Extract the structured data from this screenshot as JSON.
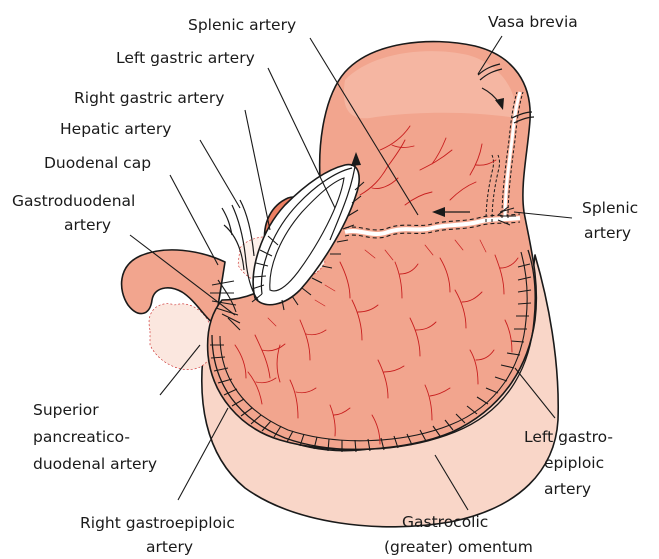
{
  "colors": {
    "stomach": "#f2a58e",
    "stomach_light": "#f7c4b2",
    "omentum": "#f9d6c8",
    "duodenal_cap": "#ed7f62",
    "vessel": "#c81f1f",
    "outline": "#1a1a1a"
  },
  "labels": {
    "splenic_artery_top": "Splenic artery",
    "vasa_brevia": "Vasa brevia",
    "left_gastric_artery": "Left gastric artery",
    "right_gastric_artery": "Right gastric artery",
    "hepatic_artery": "Hepatic artery",
    "duodenal_cap": "Duodenal cap",
    "gastroduodenal_line1": "Gastroduodenal",
    "gastroduodenal_line2": "artery",
    "splenic_right_line1": "Splenic",
    "splenic_right_line2": "artery",
    "superior_line1": "Superior",
    "superior_line2": "pancreatico-",
    "superior_line3": "duodenal artery",
    "left_gastro_line1": "Left gastro-",
    "left_gastro_line2": "epiploic",
    "left_gastro_line3": "artery",
    "right_gastro_line1": "Right gastroepiploic",
    "right_gastro_line2": "artery",
    "gastrocolic_line1": "Gastrocolic",
    "gastrocolic_line2": "(greater) omentum"
  }
}
